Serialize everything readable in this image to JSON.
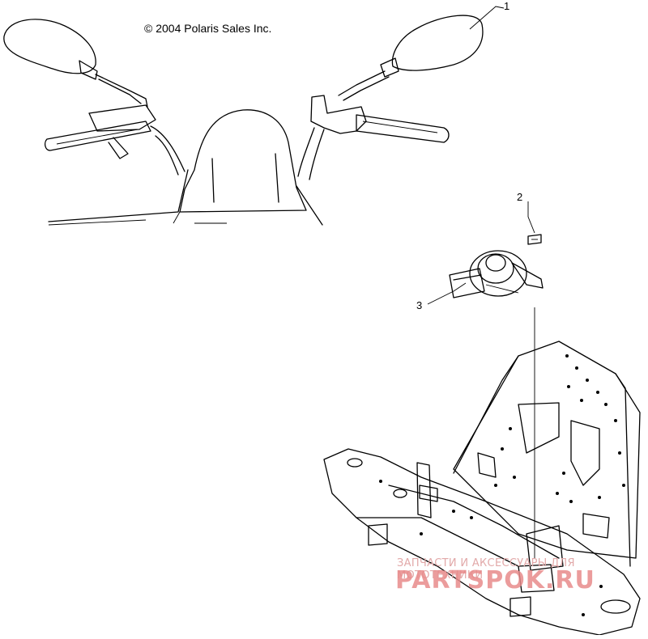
{
  "copyright": "© 2004 Polaris Sales Inc.",
  "callouts": [
    {
      "id": "1",
      "label": "1"
    },
    {
      "id": "2",
      "label": "2"
    },
    {
      "id": "3",
      "label": "3"
    }
  ],
  "watermark": {
    "subtitle": "ЗАПЧАСТИ И АКСЕССУАРЫ ДЛЯ МОТОТЕХНИКИ",
    "brand": "PARTSPOK.RU",
    "color": "#e88b8b"
  }
}
